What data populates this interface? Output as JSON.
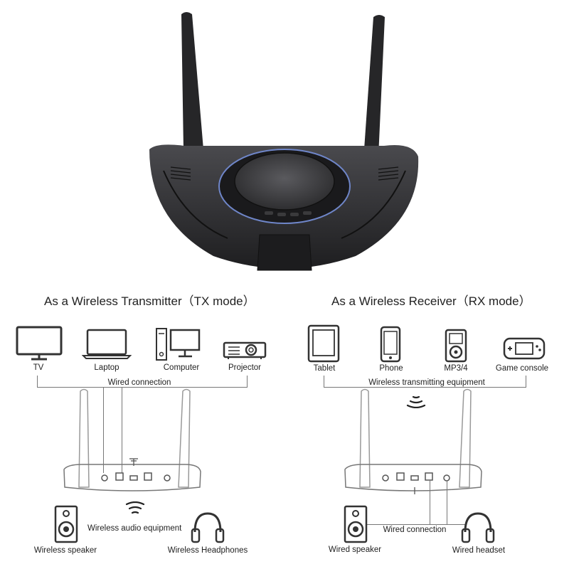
{
  "tx": {
    "heading": "As a Wireless Transmitter（TX mode）",
    "sources": [
      {
        "label": "TV",
        "icon": "tv-icon"
      },
      {
        "label": "Laptop",
        "icon": "laptop-icon"
      },
      {
        "label": "Computer",
        "icon": "computer-icon"
      },
      {
        "label": "Projector",
        "icon": "projector-icon"
      }
    ],
    "connection_label": "Wired connection",
    "wireless_label": "Wireless audio equipment",
    "outputs": [
      {
        "label": "Wireless speaker",
        "icon": "speaker-icon"
      },
      {
        "label": "Wireless Headphones",
        "icon": "headphones-icon"
      }
    ]
  },
  "rx": {
    "heading": "As a Wireless Receiver（RX mode）",
    "sources": [
      {
        "label": "Tablet",
        "icon": "tablet-icon"
      },
      {
        "label": "Phone",
        "icon": "phone-icon"
      },
      {
        "label": "MP3/4",
        "icon": "mp3-player-icon"
      },
      {
        "label": "Game console",
        "icon": "game-console-icon"
      }
    ],
    "connection_label": "Wireless transmitting equipment",
    "wired_label": "Wired connection",
    "outputs": [
      {
        "label": "Wired speaker",
        "icon": "speaker-icon"
      },
      {
        "label": "Wired headset",
        "icon": "headset-icon"
      }
    ]
  },
  "colors": {
    "device_body": "#2b2b2d",
    "accent_ring": "#6f86c9",
    "line": "#777777"
  }
}
